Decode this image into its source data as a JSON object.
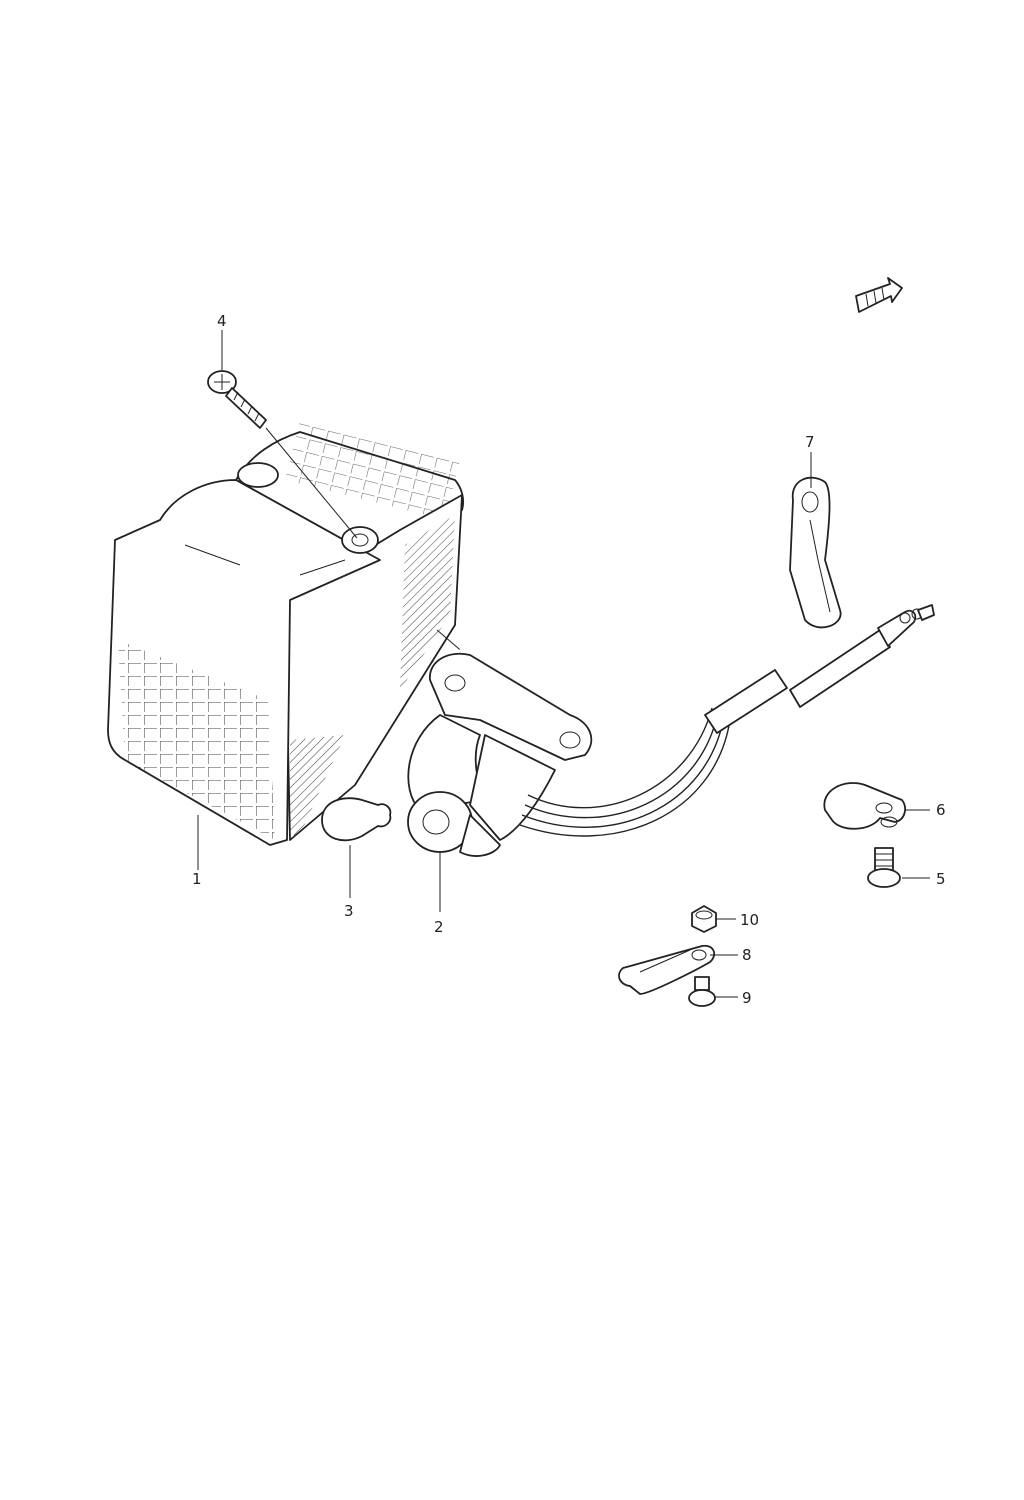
{
  "diagram": {
    "callouts": [
      {
        "id": "1",
        "label": "1"
      },
      {
        "id": "2",
        "label": "2"
      },
      {
        "id": "3",
        "label": "3"
      },
      {
        "id": "4",
        "label": "4"
      },
      {
        "id": "5",
        "label": "5"
      },
      {
        "id": "6",
        "label": "6"
      },
      {
        "id": "7",
        "label": "7"
      },
      {
        "id": "8",
        "label": "8"
      },
      {
        "id": "9",
        "label": "9"
      },
      {
        "id": "10",
        "label": "10"
      }
    ],
    "icons": {
      "front_arrow": "direction-arrow-icon"
    },
    "colors": {
      "ink": "#222222",
      "paper": "#ffffff"
    }
  }
}
